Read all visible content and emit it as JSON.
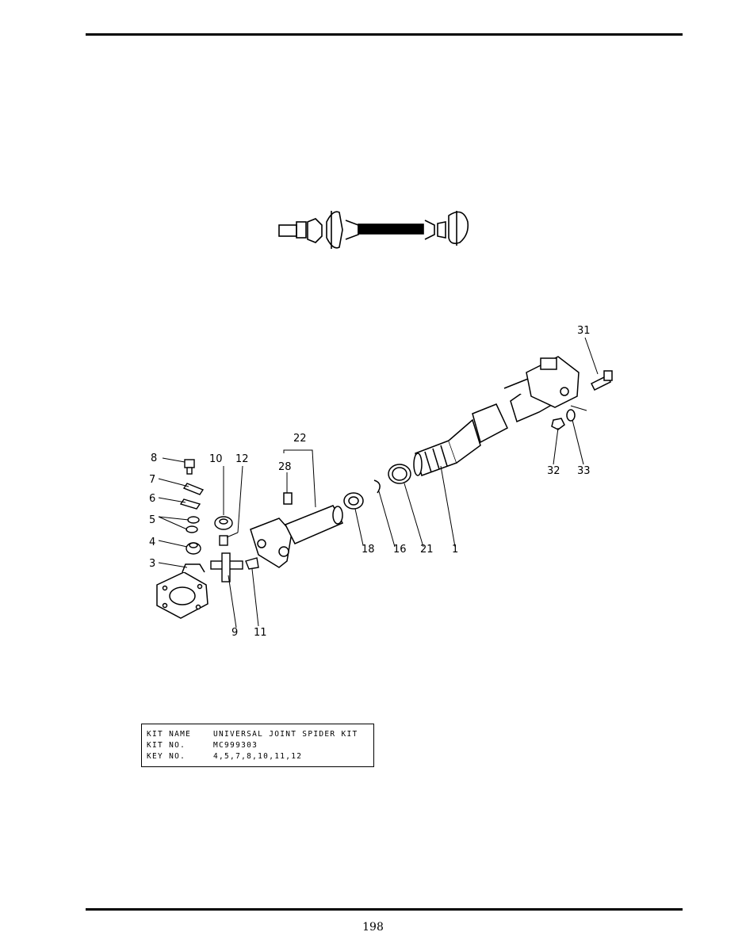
{
  "callouts": {
    "c1": "1",
    "c3": "3",
    "c4": "4",
    "c5": "5",
    "c6": "6",
    "c7": "7",
    "c8": "8",
    "c9": "9",
    "c10": "10",
    "c11": "11",
    "c12": "12",
    "c16": "16",
    "c18": "18",
    "c21": "21",
    "c22": "22",
    "c28": "28",
    "c31": "31",
    "c32": "32",
    "c33": "33"
  },
  "kit_table": {
    "rows": [
      {
        "label": "KIT NAME",
        "value": "UNIVERSAL JOINT SPIDER KIT"
      },
      {
        "label": "KIT NO.",
        "value": "MC999303"
      },
      {
        "label": "KEY NO.",
        "value": "4,5,7,8,10,11,12"
      }
    ]
  },
  "page_number": "198"
}
